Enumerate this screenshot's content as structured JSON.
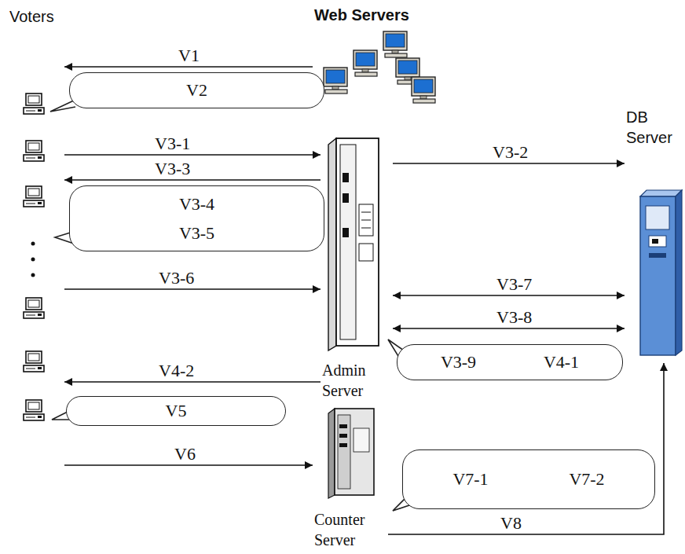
{
  "diagram": {
    "nodes": [
      {
        "text": [
          "Web Servers"
        ]
      },
      {
        "text": [
          "Voters"
        ]
      },
      {
        "text": [
          "V2"
        ]
      },
      {
        "text": [
          "Admin Server"
        ]
      },
      {
        "text": [
          "DB Server"
        ]
      },
      {
        "text": [
          "V3-4",
          "V3-5"
        ]
      },
      {
        "text": [
          "V3-9",
          "V4-1"
        ]
      },
      {
        "text": [
          "V5"
        ]
      },
      {
        "text": [
          "Counter Server"
        ]
      },
      {
        "text": [
          "V7-1",
          "V7-2"
        ]
      }
    ],
    "edges": [
      {
        "from": 0,
        "to": 1,
        "label": "V1",
        "arrow": "to"
      },
      {
        "from": 1,
        "to": 3,
        "label": "V3-1",
        "arrow": "to"
      },
      {
        "from": 3,
        "to": 4,
        "label": "V3-2",
        "arrow": "to"
      },
      {
        "from": 3,
        "to": 1,
        "label": "V3-3",
        "arrow": "to"
      },
      {
        "from": 1,
        "to": 3,
        "label": "V3-6",
        "arrow": "to"
      },
      {
        "from": 3,
        "to": 4,
        "label": "V3-7",
        "arrow": "both"
      },
      {
        "from": 3,
        "to": 4,
        "label": "V3-8",
        "arrow": "both"
      },
      {
        "from": 3,
        "to": 1,
        "label": "V4-2",
        "arrow": "to"
      },
      {
        "from": 1,
        "to": 8,
        "label": "V6",
        "arrow": "to"
      },
      {
        "from": 8,
        "to": 4,
        "label": "V8",
        "arrow": "to"
      }
    ]
  }
}
